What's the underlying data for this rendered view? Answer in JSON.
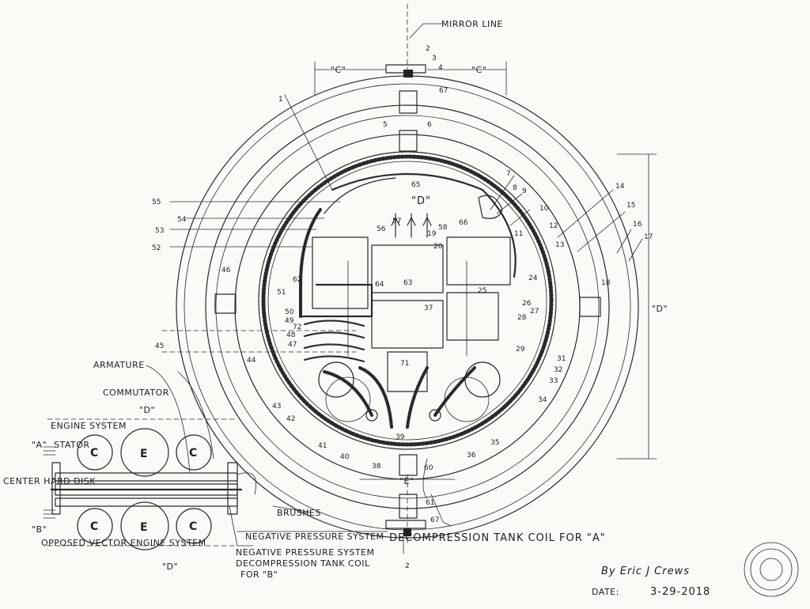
{
  "labels": {
    "mirror_line": "MIRROR LINE",
    "c_left": "\"C\"",
    "c_right": "\"C\"",
    "d_center": "\"D\"",
    "d_right": "\"D\"",
    "d_small": "\"D\"",
    "d_bottom": "\"D\"",
    "e_bottom": "\"E\"",
    "armature": "ARMATURE",
    "commutator": "COMMUTATOR",
    "engine_system": "ENGINE SYSTEM",
    "stator": "STATOR",
    "a_marker": "\"A\"",
    "b_marker": "\"B\"",
    "center_hard_disk": "CENTER HARD DISK",
    "brushes": "BRUSHES",
    "opposed_vector": "OPPOSED VECTOR ENGINE SYSTEM",
    "neg_pressure_a": "NEGATIVE PRESSURE SYSTEM",
    "decompression_a": "DECOMPRESSION TANK COIL FOR \"A\"",
    "neg_pressure_b": "NEGATIVE PRESSURE SYSTEM",
    "decompression_b": "DECOMPRESSION TANK COIL",
    "for_b": "FOR \"B\"",
    "signature": "By Eric J Crews",
    "date_label": "DATE:",
    "date_value": "3-29-2018",
    "dim_45": "45"
  },
  "circle_letters": {
    "c": "C",
    "e": "E"
  },
  "part_numbers": {
    "n1": "1",
    "n2": "2",
    "n2b": "2",
    "n3": "3",
    "n4": "4",
    "n5": "5",
    "n6": "6",
    "n7": "7",
    "n8": "8",
    "n9": "9",
    "n10": "10",
    "n11": "11",
    "n12": "12",
    "n13": "13",
    "n14": "14",
    "n15": "15",
    "n16": "16",
    "n17": "17",
    "n18": "18",
    "n19": "19",
    "n20": "20",
    "n24": "24",
    "n25": "25",
    "n26": "26",
    "n27": "27",
    "n28": "28",
    "n29": "29",
    "n31": "31",
    "n32": "32",
    "n33": "33",
    "n34": "34",
    "n35": "35",
    "n36": "36",
    "n37": "37",
    "n38": "38",
    "n39": "39",
    "n40": "40",
    "n41": "41",
    "n42": "42",
    "n43": "43",
    "n44": "44",
    "n46": "46",
    "n47": "47",
    "n48": "48",
    "n49": "49",
    "n50": "50",
    "n51": "51",
    "n52": "52",
    "n53": "53",
    "n54": "54",
    "n55": "55",
    "n56": "56",
    "n57": "57",
    "n58": "58",
    "n60": "60",
    "n61": "61",
    "n62": "62",
    "n63": "63",
    "n64": "64",
    "n65": "65",
    "n66": "66",
    "n67": "67",
    "n67b": "67",
    "n71": "71",
    "n72": "72"
  },
  "colors": {
    "paper": "#fbfaf7",
    "pencil": "#2a2a2a"
  }
}
